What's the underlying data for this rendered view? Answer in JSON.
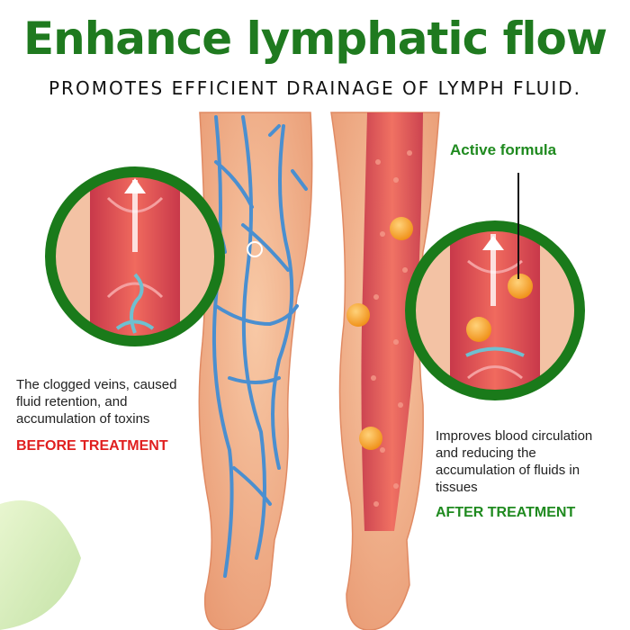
{
  "header": {
    "title": "Enhance lymphatic flow",
    "subtitle": "PROMOTES EFFICIENT DRAINAGE OF LYMPH FLUID."
  },
  "left_panel": {
    "description": "The clogged veins, caused fluid retention, and accumulation of toxins",
    "status": "BEFORE TREATMENT"
  },
  "right_panel": {
    "callout": "Active formula",
    "description": "Improves blood circulation and reducing the accumulation of fluids in tissues",
    "status": "AFTER TREATMENT"
  },
  "colors": {
    "title_green": "#1f7a1f",
    "ring_green": "#1a7a1a",
    "before_red": "#e01f1f",
    "after_green": "#1f8a1f",
    "vein_blue": "#4a8fd0",
    "skin": "#f3b48e",
    "vessel_red": "#e55a55",
    "orb_orange": "#f5a020"
  },
  "icons": [
    "vein-network",
    "magnifier-circle-before",
    "magnifier-circle-after",
    "flow-arrow",
    "formula-orb"
  ]
}
